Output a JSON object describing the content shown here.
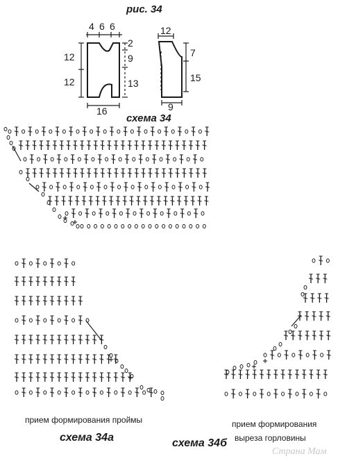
{
  "figure": {
    "title": "рис. 34"
  },
  "dims": {
    "back_top_4": "4",
    "back_top_6a": "6",
    "back_top_6b": "6",
    "back_left_12a": "12",
    "back_left_12b": "12",
    "back_right_2": "2",
    "back_right_9": "9",
    "back_right_13": "13",
    "back_bottom_16": "16",
    "sleeve_top_12": "12",
    "sleeve_right_7": "7",
    "sleeve_right_15": "15",
    "sleeve_bottom_9": "9"
  },
  "schemes": {
    "main_label": "схема 34",
    "armhole_caption": "прием формирования проймы",
    "armhole_label": "схема 34а",
    "neck_caption_line1": "прием формирования",
    "neck_caption_line2": "выреза горловины",
    "neck_label": "схема 34б"
  },
  "watermark": "Страна Мам",
  "colors": {
    "ink": "#1a1a1a",
    "watermark": "#c8c8c8"
  }
}
